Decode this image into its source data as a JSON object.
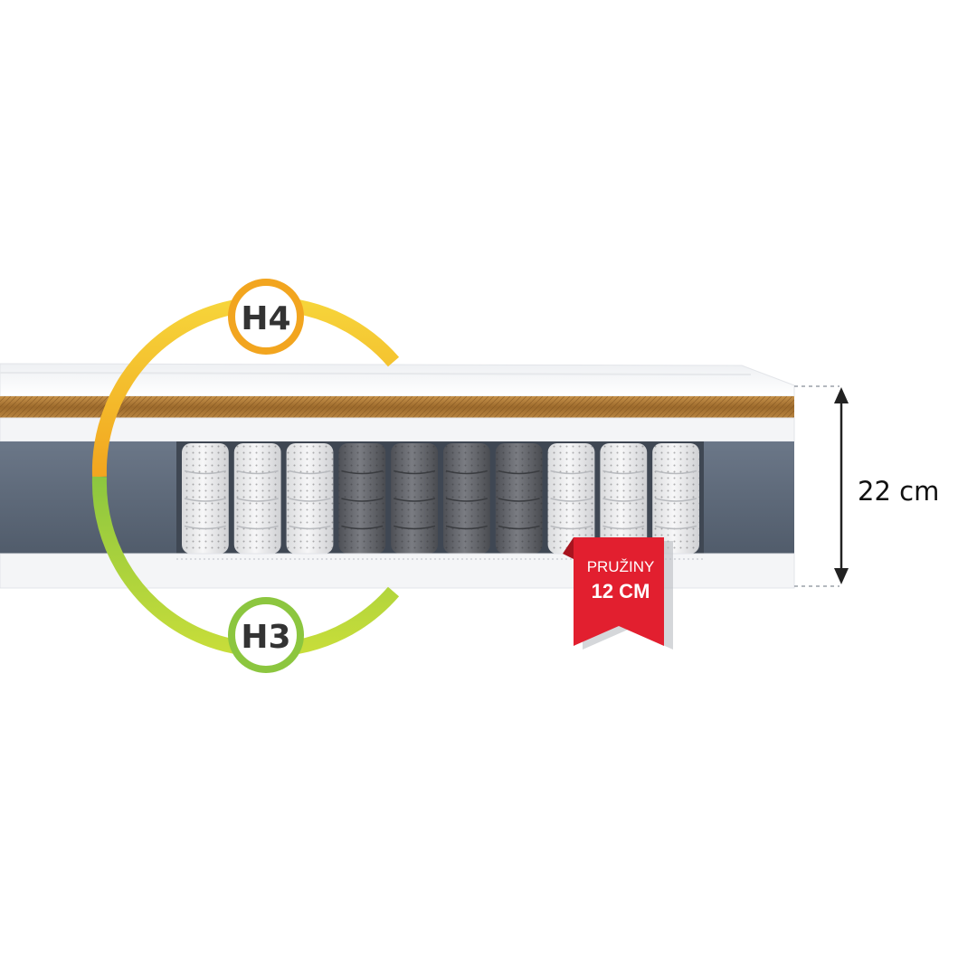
{
  "firmness": {
    "top_label": "H4",
    "bottom_label": "H3",
    "top_color": "#f2a51f",
    "top_color_light": "#f6d43a",
    "bottom_color": "#8cc63f",
    "bottom_color_light": "#c7dd3a"
  },
  "springs": {
    "count": 10,
    "colors": [
      "light",
      "light",
      "light",
      "dark",
      "dark",
      "dark",
      "dark",
      "light",
      "light",
      "light"
    ]
  },
  "spring_badge": {
    "line1": "PRUŽINY",
    "line2": "12 CM",
    "color": "#e21f2f"
  },
  "dimension": {
    "height_label": "22 cm"
  },
  "colors": {
    "coconut": "#a8742e",
    "side_panel": "#5d6978",
    "foam": "#f4f5f7"
  }
}
